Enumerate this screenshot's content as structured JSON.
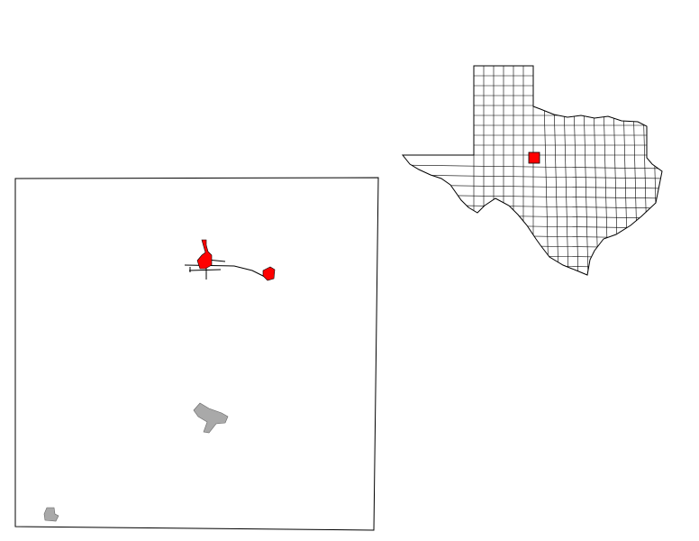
{
  "map": {
    "title": "",
    "colors": {
      "highlight": "#ff0000",
      "other_place": "#a9a9a9",
      "boundary": "#000000",
      "background": "#ffffff"
    },
    "county_map": {
      "highlighted_places": 2,
      "other_places": 2
    },
    "state_locator": {
      "state": "Texas",
      "highlighted_county": 1
    }
  }
}
